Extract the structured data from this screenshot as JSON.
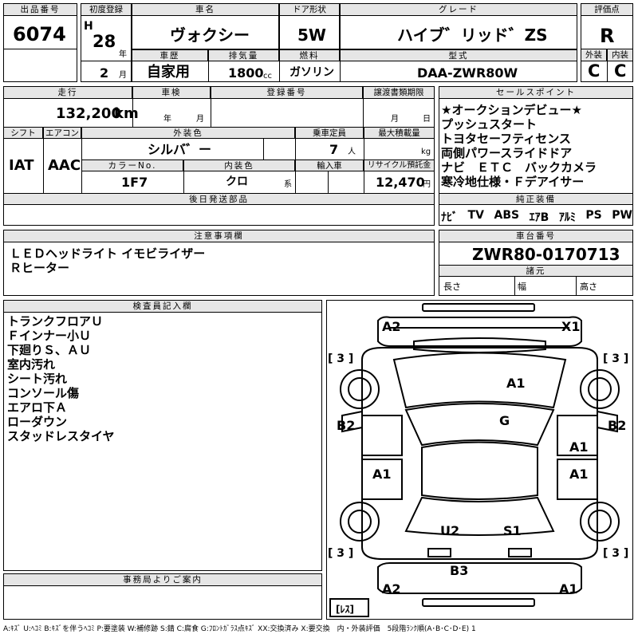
{
  "listing": {
    "lot_no_label": "出品番号",
    "lot_no": "6074",
    "first_reg_label": "初度登録",
    "era": "H",
    "reg_year": "28",
    "year_unit": "年",
    "reg_month": "2",
    "month_unit": "月",
    "car_name_label": "車名",
    "car_name": "ヴォクシー",
    "door_label": "ドア形状",
    "door": "5W",
    "grade_label": "グレード",
    "grade": "ハイブ゛リッド゛ZS",
    "score_label": "評価点",
    "score": "R",
    "history_label": "車歴",
    "history": "自家用",
    "displacement_label": "排気量",
    "displacement": "1800",
    "cc_unit": "cc",
    "fuel_label": "燃料",
    "fuel": "ガソリン",
    "model_label": "型式",
    "model": "DAA-ZWR80W",
    "exterior_label": "外装",
    "exterior": "C",
    "interior_label": "内装",
    "interior": "C"
  },
  "row2": {
    "mileage_label": "走行",
    "mileage": "132,200",
    "km_unit": "km",
    "inspection_label": "車検",
    "insp_year_unit": "年",
    "insp_month_unit": "月",
    "reg_no_label": "登録番号",
    "transfer_label": "譲渡書類期限",
    "trans_month_unit": "月",
    "trans_day_unit": "日",
    "shift_label": "シフト",
    "shift": "IAT",
    "ac_label": "エアコン",
    "ac": "AAC",
    "color_label": "外装色",
    "color": "シルバ゛ー",
    "seats_label": "乗車定員",
    "seats": "7",
    "seats_unit": "人",
    "load_label": "最大積載量",
    "load_unit": "kg",
    "color_no_label": "カラーNo.",
    "color_no": "1F7",
    "int_color_label": "内装色",
    "int_color": "クロ",
    "int_unit": "系",
    "import_label": "輸入車",
    "recycle_label": "リサイクル預託金",
    "recycle": "12,470",
    "yen_unit": "円",
    "later_parts_label": "後日発送部品"
  },
  "sales": {
    "label": "セールスポイント",
    "items": [
      "★オークションデビュー★",
      "プッシュスタート",
      "トヨタセーフティセンス",
      "両側パワースライドドア",
      "ナビ　ＥＴＣ　バックカメラ",
      "寒冷地仕様・Ｆデアイサー"
    ]
  },
  "equip": {
    "label": "純正装備",
    "items": [
      "ﾅﾋﾞ",
      "TV",
      "ABS",
      "ｴｱB",
      "ｱﾙﾐ",
      "PS",
      "PW"
    ]
  },
  "notes": {
    "label": "注意事項欄",
    "lines": [
      "ＬＥＤヘッドライト イモビライザー",
      "Ｒヒーター"
    ]
  },
  "chassis": {
    "label": "車台番号",
    "value": "ZWR80-0170713",
    "dims_label": "諸元",
    "len_label": "長さ",
    "width_label": "幅",
    "height_label": "高さ"
  },
  "inspector": {
    "label": "検査員記入欄",
    "lines": [
      "トランクフロアＵ",
      "Ｆインナー小Ｕ",
      "下廻りＳ、ＡＵ",
      "室内汚れ",
      "シート汚れ",
      "コンソール傷",
      "エアロ下Ａ",
      "ローダウン",
      "スタッドレスタイヤ"
    ]
  },
  "office": {
    "label": "事務局よりご案内"
  },
  "diagram": {
    "marks": {
      "a2_top": "A2",
      "x1_top": "X1",
      "a1_hood": "A1",
      "g_glass": "G",
      "b2_left": "B2",
      "b2_right": "B2",
      "a1_rfront": "A1",
      "a1_lrear": "A1",
      "a1_rrear": "A1",
      "u2": "U2",
      "s1": "S1",
      "b3": "B3",
      "a2_bottom": "A2",
      "a1_bottom": "A1"
    },
    "tread": [
      "[ 3 ]",
      "[ 3 ]",
      "[ 3 ]",
      "[ 3 ]"
    ],
    "spare_tire": "[ﾚｽ]"
  },
  "footer": {
    "legend": "A:ｷｽﾞ U:ﾍｺﾐ B:ｷｽﾞを伴うﾍｺﾐ P:要塗装 W:補修跡 S:錆 C:腐食 G:ﾌﾛﾝﾄｶﾞﾗｽ点ｷｽﾞ XX:交換済み X:要交換　内・外装評価　5段階ﾗﾝｸ順(A･B･C･D･E) 1"
  }
}
